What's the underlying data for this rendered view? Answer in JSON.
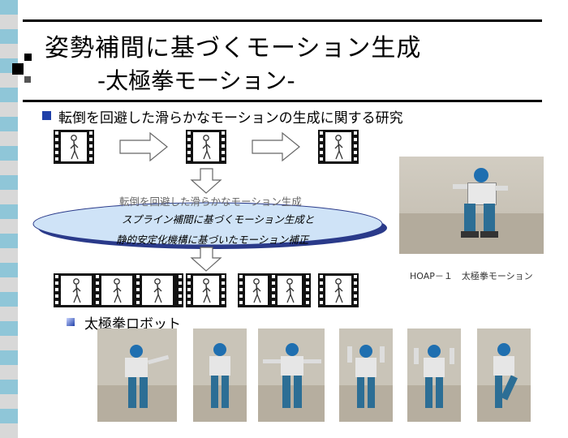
{
  "slide": {
    "title_line1": "姿勢補間に基づくモーション生成",
    "title_line2": "-太極拳モーション-",
    "bullet": "転倒を回避した滑らかなモーションの生成に関する研究",
    "flow_label": "転倒を回避した滑らかなモーション生成",
    "ellipse_line1": "スプライン補間に基づくモーション生成と",
    "ellipse_line2": "静的安定化機構に基づいたモーション補正",
    "photo_caption": "HOAP－１　太極拳モーション",
    "sub_bullet": "太極拳ロボット"
  },
  "colors": {
    "accent_blue": "#1f3fa8",
    "strip_blue": "#8fc6d8",
    "strip_gray": "#d8d8d8",
    "ellipse_fill": "#cfe3f7",
    "ellipse_shadow": "#2a3a8a"
  },
  "icons": [
    "walking-figure-icon",
    "right-arrow-icon",
    "down-arrow-icon",
    "robot-photo"
  ]
}
